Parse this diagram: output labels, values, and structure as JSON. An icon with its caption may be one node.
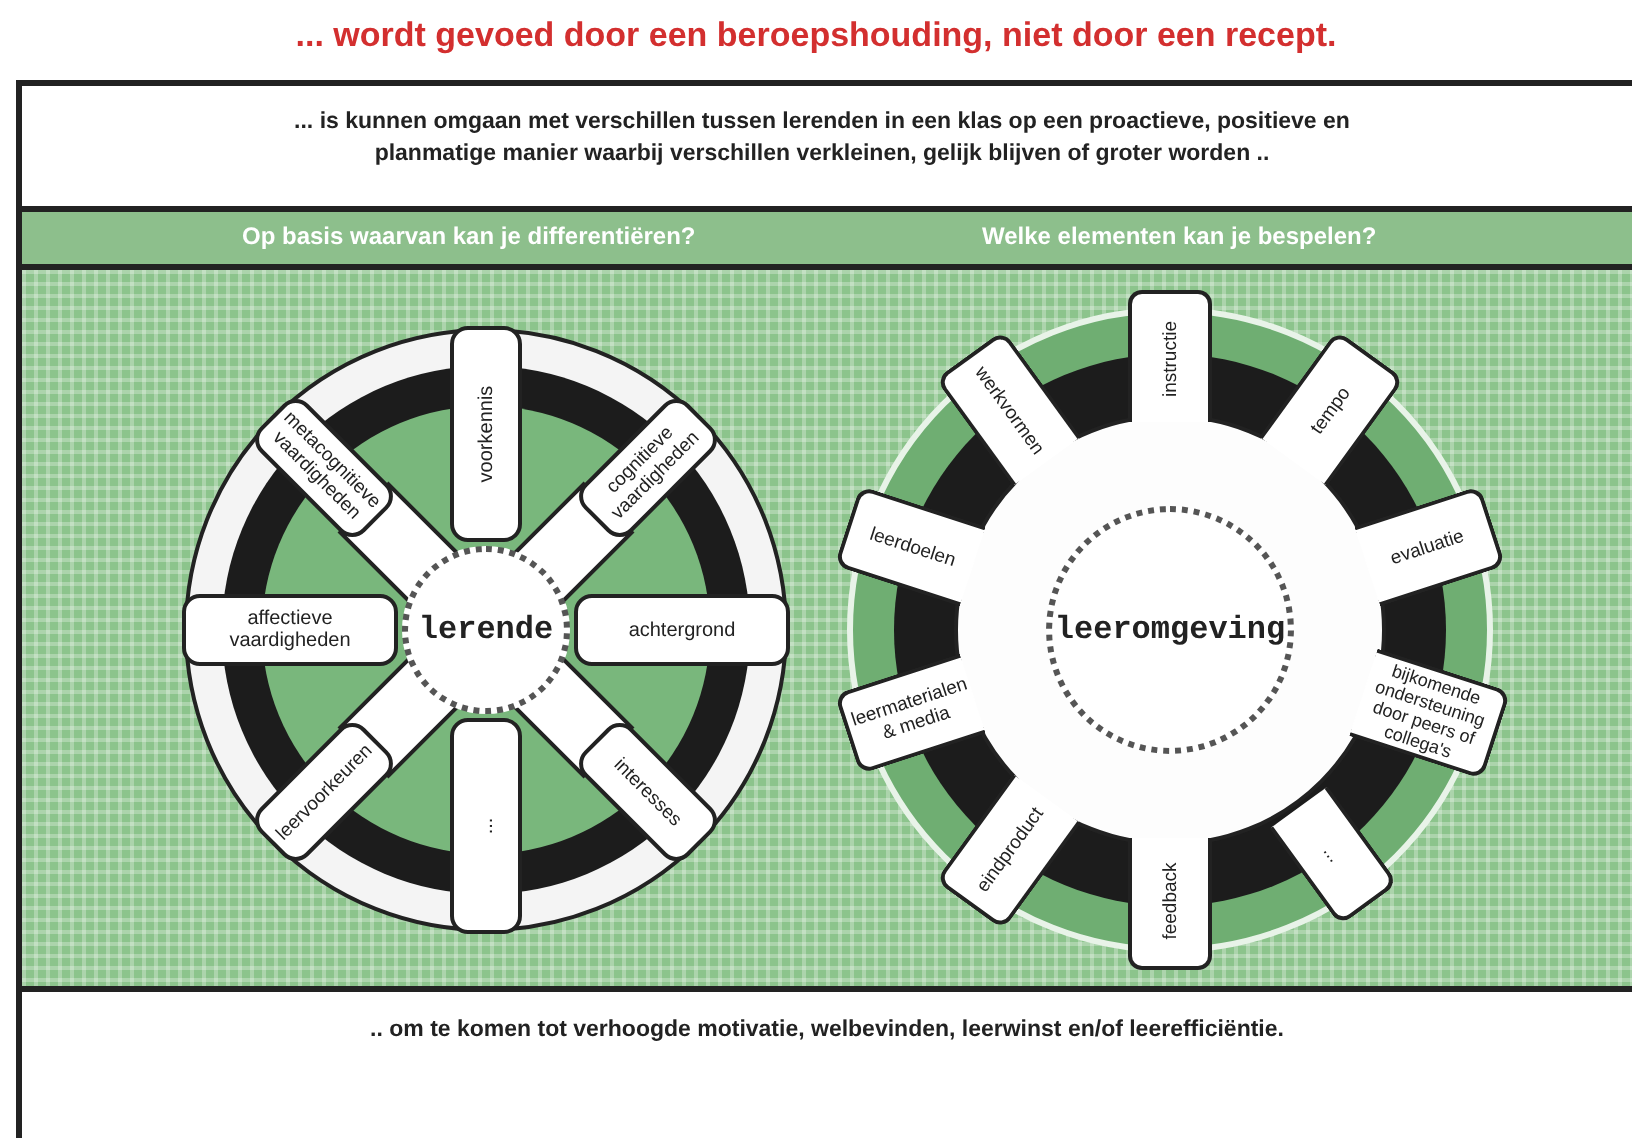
{
  "diagram": {
    "title": "... wordt gevoed door een beroepshouding, niet door een recept.",
    "nodes": [
      {
        "text": [
          "lerende"
        ]
      },
      {
        "text": [
          "voorkennis"
        ]
      },
      {
        "text": [
          "cognitieve vaardigheden"
        ]
      },
      {
        "text": [
          "achtergrond"
        ]
      },
      {
        "text": [
          "interesses"
        ]
      },
      {
        "text": [
          "..."
        ]
      },
      {
        "text": [
          "leervoorkeuren"
        ]
      },
      {
        "text": [
          "affectieve vaardigheden"
        ]
      },
      {
        "text": [
          "metacognitieve vaardigheden"
        ]
      },
      {
        "text": [
          "leeromgeving"
        ]
      },
      {
        "text": [
          "instructie"
        ]
      },
      {
        "text": [
          "tempo"
        ]
      },
      {
        "text": [
          "evaluatie"
        ]
      },
      {
        "text": [
          "bijkomende ondersteuning door peers of collega's"
        ]
      },
      {
        "text": [
          "..."
        ]
      },
      {
        "text": [
          "feedback"
        ]
      },
      {
        "text": [
          "eindproduct"
        ]
      },
      {
        "text": [
          "leermaterialen & media"
        ]
      },
      {
        "text": [
          "leerdoelen"
        ]
      },
      {
        "text": [
          "werkvormen"
        ]
      }
    ],
    "edges": [],
    "labels": [
      "... is kunnen omgaan met verschillen tussen lerenden in een klas op een proactieve, positieve en planmatige manier waarbij verschillen verkleinen, gelijk blijven of groter worden ..",
      "Op basis waarvan kan je differentiëren?",
      "Welke elementen kan je bespelen?",
      ".. om te komen tot verhoogde motivatie, welbevinden, leerwinst en/of leerefficiëntie."
    ]
  }
}
